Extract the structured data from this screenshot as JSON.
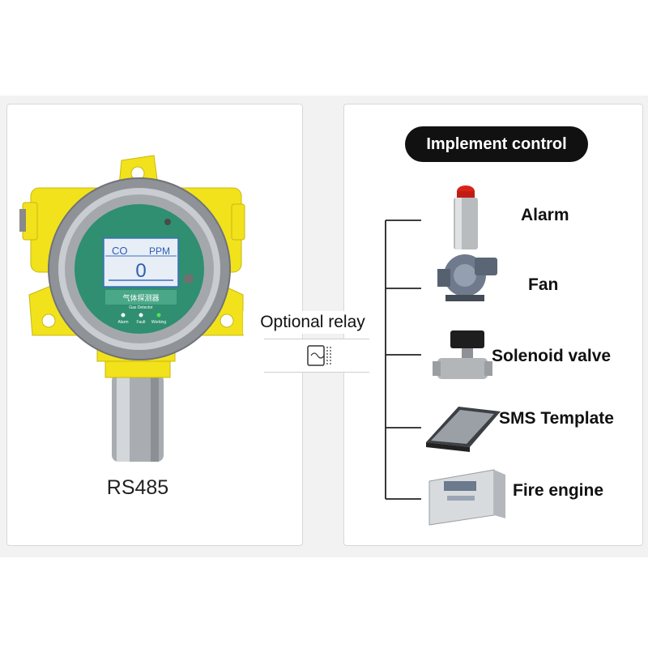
{
  "detector": {
    "screen_gas": "CO",
    "screen_unit": "PPM",
    "screen_value": "0",
    "device_name": "气体探测器",
    "device_subtitle": "Gas Detector",
    "indicators": [
      "Alarm",
      "Fault",
      "Working"
    ],
    "body_color": "#f2e21c",
    "screen_color": "#5fc9a6"
  },
  "left_label": "RS485",
  "relay": {
    "label": "Optional relay"
  },
  "implement": {
    "header": "Implement control",
    "items": [
      {
        "label": "Alarm",
        "icon": "alarm-siren-icon"
      },
      {
        "label": "Fan",
        "icon": "blower-fan-icon"
      },
      {
        "label": "Solenoid valve",
        "icon": "solenoid-valve-icon"
      },
      {
        "label": "SMS Template",
        "icon": "sms-module-icon"
      },
      {
        "label": "Fire engine",
        "icon": "fire-control-panel-icon"
      }
    ]
  }
}
